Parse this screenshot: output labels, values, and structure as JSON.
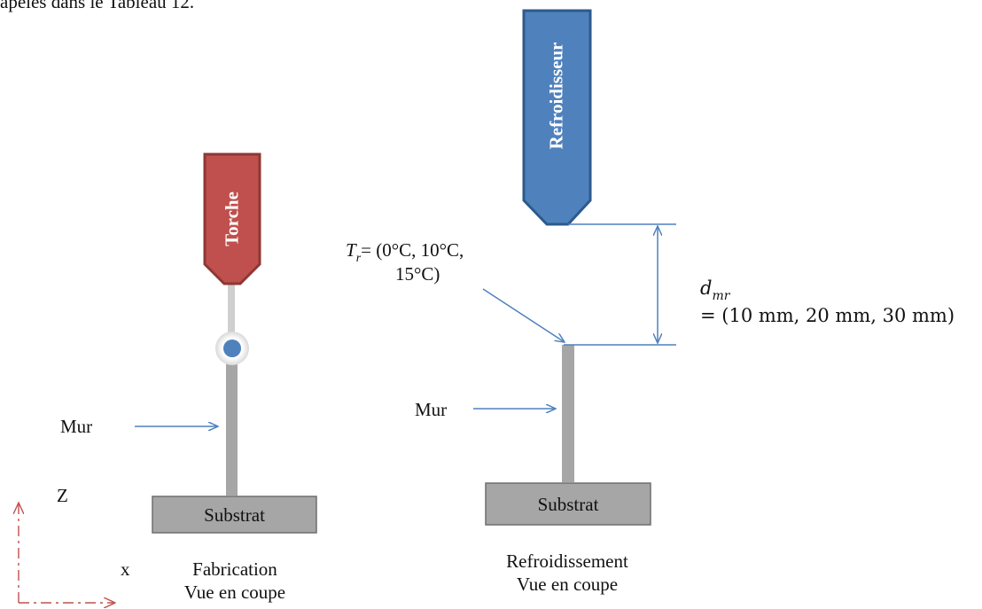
{
  "top_text": "apelés dans le Tableau 12.",
  "left": {
    "torch_label": "Torche",
    "wall_label": "Mur",
    "substrate_label": "Substrat",
    "caption_line1": "Fabrication",
    "caption_line2": "Vue en coupe"
  },
  "right": {
    "cooler_label": "Refroidisseur",
    "wall_label": "Mur",
    "substrate_label": "Substrat",
    "caption_line1": "Refroidissement",
    "caption_line2": "Vue en coupe",
    "tr_symbol": "T",
    "tr_sub": "r",
    "tr_values_line1": "= (0°C, 10°C,",
    "tr_values_line2": "15°C)",
    "dmr_symbol": "d",
    "dmr_sub": "mr",
    "dmr_values": "= (10 mm, 20 mm, 30 mm)"
  },
  "axes": {
    "z_label": "Z",
    "x_label": "x"
  },
  "colors": {
    "torch_fill": "#c0504d",
    "torch_stroke": "#8c3835",
    "cooler_fill": "#4f81bd",
    "cooler_stroke": "#2c5a8c",
    "wall_fill": "#a6a6a6",
    "substrate_fill": "#a6a6a6",
    "arrow_blue": "#4f81bd",
    "axis_red": "#c0504d",
    "point_blue": "#4f81bd"
  }
}
